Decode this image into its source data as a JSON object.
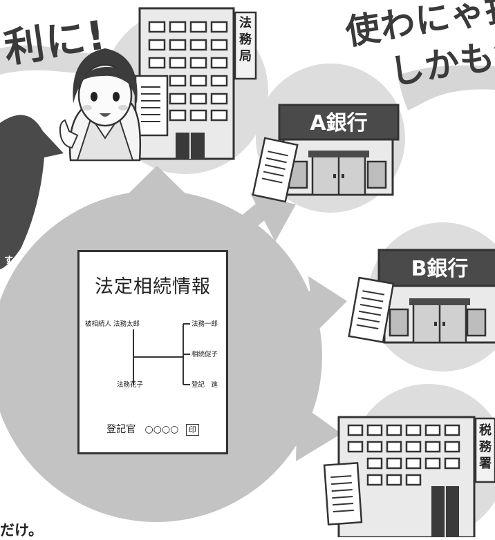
{
  "heading_left": "利に!",
  "heading_right_line1": "使わにゃ損",
  "heading_right_line2": "しかも無",
  "footer_text": "だけ。",
  "bubble_partial": "す",
  "legal_affairs_bureau": {
    "sign": [
      "法",
      "務",
      "局"
    ]
  },
  "bank_a": {
    "sign": "A銀行"
  },
  "bank_b": {
    "sign": "B銀行"
  },
  "tax_office": {
    "sign": [
      "税",
      "務",
      "署"
    ]
  },
  "certificate": {
    "title": "法定相続情報",
    "decedent_label": "被相続人 法務太郎",
    "spouse": "法務花子",
    "children": [
      "法務一郎",
      "相続促子",
      "登記　進"
    ],
    "registrar_label": "登記官",
    "registrar_name": "○○○○",
    "seal": "印"
  },
  "colors": {
    "circle_gray": "#c8c8c8",
    "dark_gray": "#4a4a4a",
    "building_gray": "#e6e6e6"
  }
}
